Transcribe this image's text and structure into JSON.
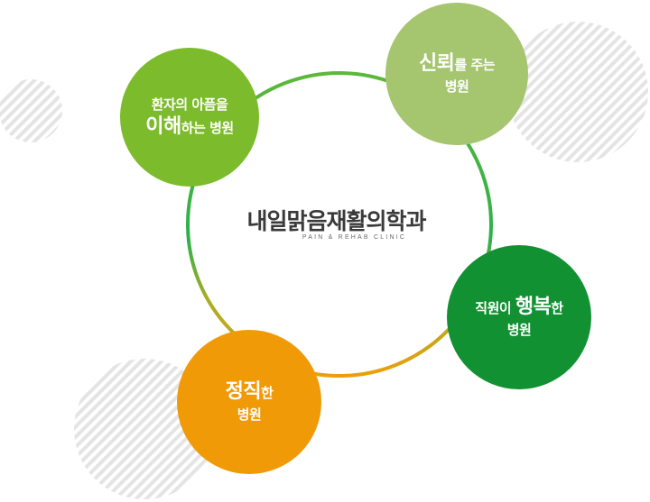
{
  "center": {
    "title": "내일맑음재활의학과",
    "subtitle": "PAIN & REHAB CLINIC"
  },
  "bubbles": {
    "understand": {
      "line1": "환자의 아픔을",
      "line2_big": "이해",
      "line2_rest": "하는 병원",
      "color": "#7cbb2b"
    },
    "trust": {
      "line1_big": "신뢰",
      "line1_rest": "를 주는",
      "line2": "병원",
      "color": "#a5c56f"
    },
    "happy": {
      "line1_pre": "직원이 ",
      "line1_big": "행복",
      "line1_rest": "한",
      "line2": "병원",
      "color": "#129133"
    },
    "honest": {
      "line1_big": "정직",
      "line1_rest": "한",
      "line2": "병원",
      "color": "#f09a08"
    }
  },
  "colors": {
    "ring_green": "#2fb04a",
    "ring_olive": "#a9ad22",
    "ring_orange": "#eaa00c",
    "stripes": "#e4e4e4"
  }
}
